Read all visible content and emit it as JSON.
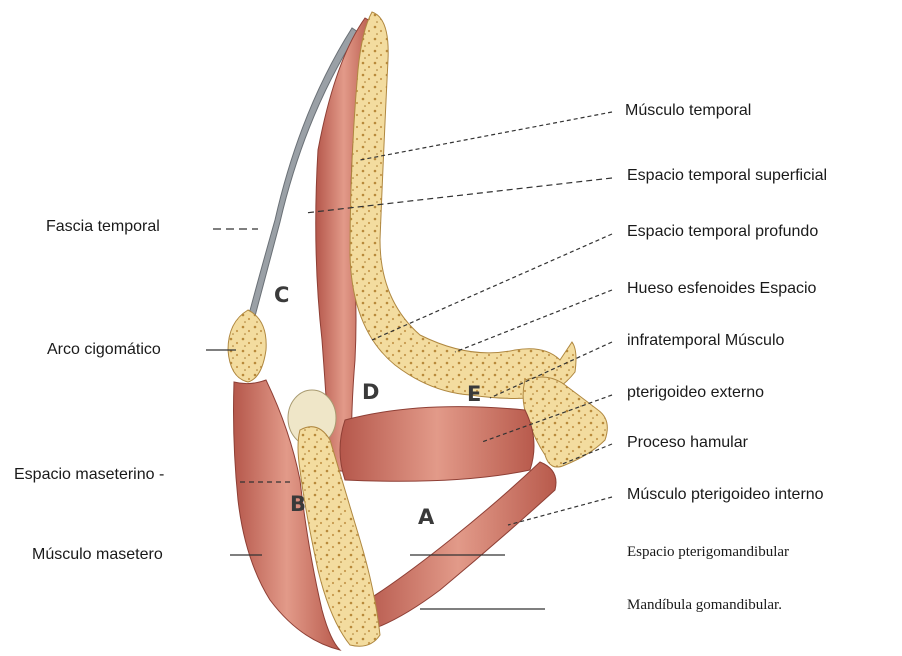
{
  "labels_right": {
    "musculo_temporal": "Músculo temporal",
    "espacio_temporal_superficial": "Espacio temporal superficial",
    "espacio_temporal_profundo": "Espacio temporal profundo",
    "hueso_esfenoides_espacio": "Hueso esfenoides Espacio",
    "infratemporal_musculo": "infratemporal Músculo",
    "pterigoideo_externo": "pterigoideo externo",
    "proceso_hamular": "Proceso hamular",
    "musculo_pterigoideo_interno": "Músculo pterigoideo interno",
    "espacio_pterigomandibular": "Espacio pterigomandibular",
    "mandibula_gomandibular": "Mandíbula  gomandibular."
  },
  "labels_left": {
    "fascia_temporal": "Fascia temporal",
    "arco_cigomatico": "Arco cigomático",
    "espacio_maseterino": "Espacio maseterino -",
    "musculo_masetero": "Músculo masetero"
  },
  "space_letters": {
    "a": "A",
    "b": "B",
    "c": "C",
    "d": "D",
    "e": "E"
  },
  "colors": {
    "muscle": "#c9675a",
    "muscle_light": "#e39c8c",
    "bone": "#f2d99a",
    "bone_dots": "#b88a3a",
    "fascia": "#8a9096",
    "leader_line": "#333333"
  }
}
